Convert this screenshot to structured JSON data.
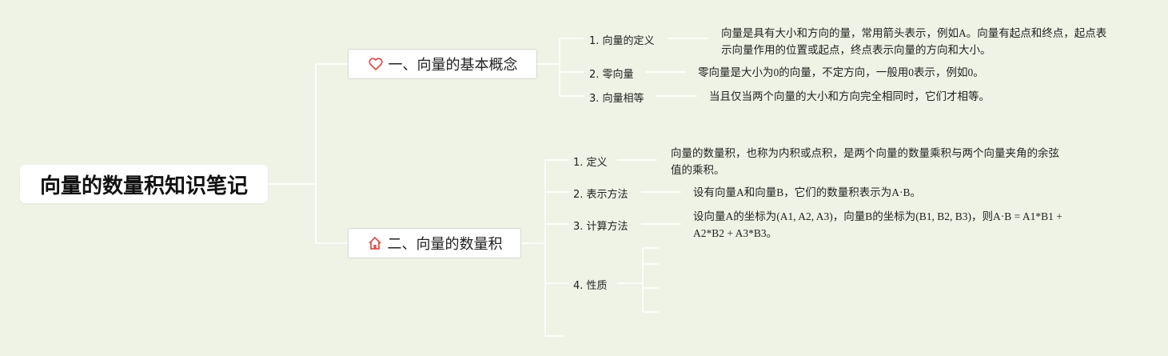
{
  "root": {
    "title": "向量的数量积知识笔记"
  },
  "branches": [
    {
      "label": "一、向量的基本概念",
      "icon": "heart-icon",
      "items": [
        {
          "label": "1. 向量的定义",
          "text": "向量是具有大小和方向的量，常用箭头表示，例如A。向量有起点和终点，起点表示向量作用的位置或起点，终点表示向量的方向和大小。"
        },
        {
          "label": "2. 零向量",
          "text": "零向量是大小为0的向量，不定方向，一般用0表示，例如0。"
        },
        {
          "label": "3. 向量相等",
          "text": "当且仅当两个向量的大小和方向完全相同时，它们才相等。"
        }
      ]
    },
    {
      "label": "二、向量的数量积",
      "icon": "home-icon",
      "items": [
        {
          "label": "1. 定义",
          "text": "向量的数量积，也称为内积或点积，是两个向量的数量乘积与两个向量夹角的余弦值的乘积。"
        },
        {
          "label": "2. 表示方法",
          "text": "设有向量A和向量B，它们的数量积表示为A·B。"
        },
        {
          "label": "3. 计算方法",
          "text": "设向量A的坐标为(A1, A2, A3)，向量B的坐标为(B1, B2, B3)，则A·B = A1*B1 + A2*B2 + A3*B3。"
        },
        {
          "label": "4. 性质",
          "text": ""
        }
      ]
    }
  ],
  "colors": {
    "background": "#eef3e6",
    "connector": "#ffffff",
    "icon": "#d9534f"
  }
}
